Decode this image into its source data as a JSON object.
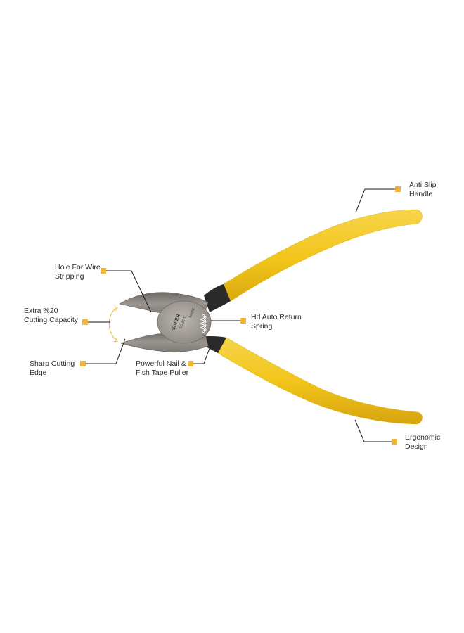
{
  "product": {
    "name": "Diagonal Cutting Pliers",
    "handle_color": "#f3c81e",
    "handle_shadow_color": "#d9a90f",
    "jaw_color": "#8f8a86",
    "head_color": "#a49e98",
    "neck_color": "#2a2a2a",
    "marker_color": "#f5b335",
    "leader_color": "#1a1a1a"
  },
  "callouts": [
    {
      "id": "anti-slip-handle",
      "lines": [
        "Anti Slip",
        "Handle"
      ]
    },
    {
      "id": "hole-for-wire-stripping",
      "lines": [
        "Hole For Wire",
        "Stripping"
      ]
    },
    {
      "id": "extra-cutting-capacity",
      "lines": [
        "Extra %20",
        "Cutting Capacity"
      ]
    },
    {
      "id": "hd-auto-return-spring",
      "lines": [
        "Hd Auto Return",
        "Spring"
      ]
    },
    {
      "id": "sharp-cutting-edge",
      "lines": [
        "Sharp Cutting",
        "Edge"
      ]
    },
    {
      "id": "nail-fish-tape-puller",
      "lines": [
        "Powerful Nail &",
        "Fish Tape Puller"
      ]
    },
    {
      "id": "ergonomic-design",
      "lines": [
        "Ergonomic",
        "Design"
      ]
    }
  ]
}
